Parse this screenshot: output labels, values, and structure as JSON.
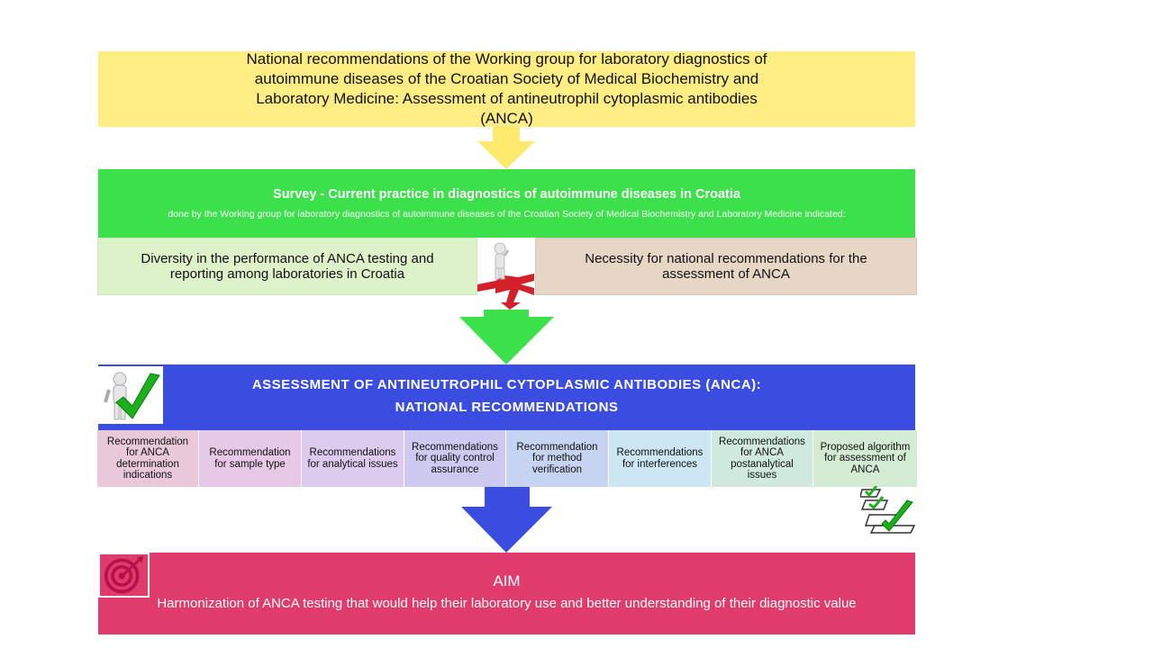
{
  "title": "National recommendations of the Working group for laboratory diagnostics of autoimmune diseases of the Croatian Society of Medical Biochemistry and Laboratory Medicine: Assessment of antineutrophil cytoplasmic antibodies (ANCA)",
  "survey": {
    "title": "Survey - Current practice in diagnostics of autoimmune diseases in Croatia",
    "subtitle": "done by the Working group for laboratory diagnostics of autoimmune diseases of the Croatian Society of Medical Biochemistry and Laboratory Medicine indicated:"
  },
  "findings": {
    "left": "Diversity in the performance of ANCA testing and reporting among laboratories in Croatia",
    "right": "Necessity for national recommendations for the assessment of ANCA"
  },
  "assessment": {
    "line1": "ASSESSMENT OF ANTINEUTROPHIL CYTOPLASMIC ANTIBODIES (ANCA):",
    "line2": "NATIONAL RECOMMENDATIONS"
  },
  "recommendations": [
    {
      "label": "Recommendation for ANCA determination indications",
      "color": "#e9c9d9"
    },
    {
      "label": "Recommendation for sample type",
      "color": "#e7c8e6"
    },
    {
      "label": "Recommendations for analytical issues",
      "color": "#dccbee"
    },
    {
      "label": "Recommendations for quality control assurance",
      "color": "#cccaf1"
    },
    {
      "label": "Recommendation for method verification",
      "color": "#c6d4f2"
    },
    {
      "label": "Recommendations for interferences",
      "color": "#cce6f4"
    },
    {
      "label": "Recommendations for ANCA postanalytical issues",
      "color": "#cfeadd"
    },
    {
      "label": "Proposed algorithm for assessment of ANCA",
      "color": "#d3ead3"
    }
  ],
  "aim": {
    "title": "AIM",
    "text": "Harmonization of ANCA testing that would help their laboratory use and better understanding of their diagnostic value"
  },
  "colors": {
    "title_bg": "#fded82",
    "survey_bg": "#3ce04a",
    "assessment_bg": "#3b4ce0",
    "aim_bg": "#e03b6c",
    "arrow_yellow": "#fde96b",
    "arrow_green": "#3ce04a",
    "arrow_blue": "#3b4ce0"
  },
  "icons": [
    "arrow-down-icon",
    "crossroads-figure-icon",
    "checkmark-figure-icon",
    "checklist-icon",
    "target-icon"
  ]
}
